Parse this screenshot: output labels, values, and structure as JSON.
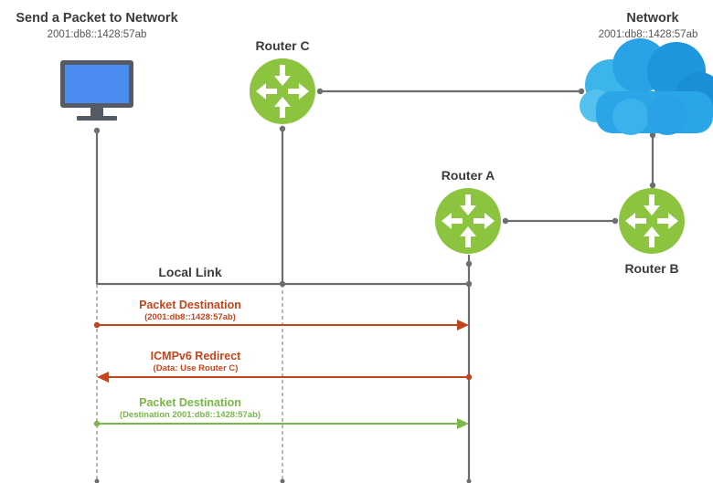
{
  "sender": {
    "title": "Send a Packet to Network",
    "address": "2001:db8::1428:57ab",
    "icon": "computer-monitor-icon"
  },
  "network": {
    "title": "Network",
    "address": "2001:db8::1428:57ab",
    "icon": "cloud-icon"
  },
  "routers": {
    "c": {
      "label": "Router C",
      "icon": "router-icon"
    },
    "a": {
      "label": "Router A",
      "icon": "router-icon"
    },
    "b": {
      "label": "Router B",
      "icon": "router-icon"
    }
  },
  "local_link_label": "Local Link",
  "messages": [
    {
      "title": "Packet Destination",
      "detail": "(2001:db8::1428:57ab)",
      "direction": "to-router-a",
      "color": "#c2451e"
    },
    {
      "title": "ICMPv6 Redirect",
      "detail": "(Data: Use Router C)",
      "direction": "to-sender",
      "color": "#c2451e"
    },
    {
      "title": "Packet Destination",
      "detail": "(Destination 2001:db8::1428:57ab)",
      "direction": "to-router-a",
      "color": "#7ab648"
    }
  ],
  "colors": {
    "router_green": "#8cc43f",
    "link_gray": "#6d6d6d",
    "cloud_blue": "#29a3e6",
    "monitor_screen": "#4a8cf0"
  }
}
